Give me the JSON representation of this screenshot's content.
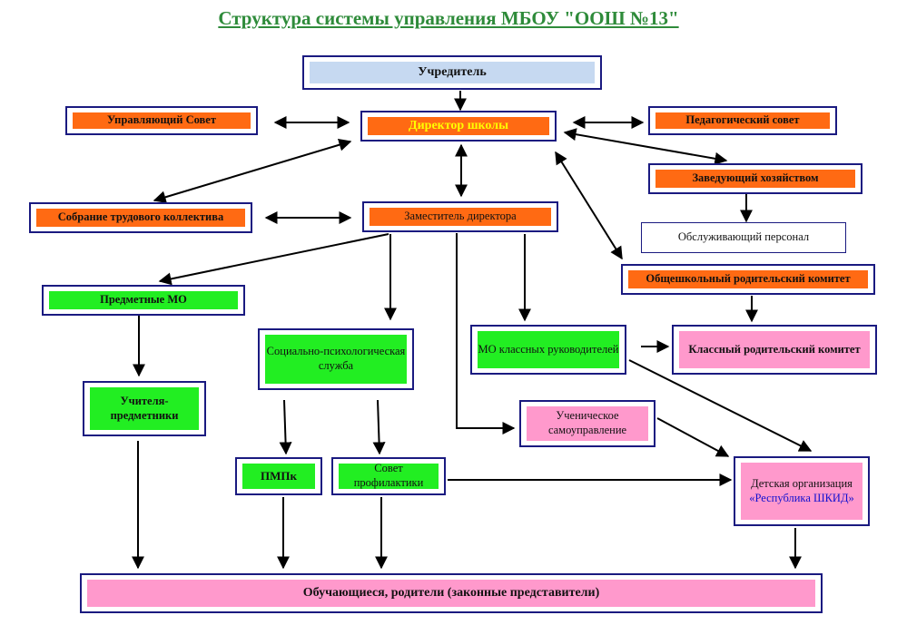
{
  "title": "Структура системы управления МБОУ \"ООШ №13\"",
  "boxes": {
    "founder": "Учредитель",
    "director": "Директор школы",
    "governing_council": "Управляющий Совет",
    "pedagogical_council": "Педагогический совет",
    "household_manager": "Заведующий хозяйством",
    "labor_meeting": "Собрание трудового коллектива",
    "deputy_director": "Заместитель директора",
    "service_staff": "Обслуживающий персонал",
    "parent_committee_school": "Общешкольный родительский комитет",
    "subject_mo": "Предметные МО",
    "social_psych_service": "Социально-психологическая служба",
    "class_teachers_mo": "МО классных руководителей",
    "class_parent_committee": "Классный родительский комитет",
    "subject_teachers": "Учителя-предметники",
    "student_self_government": "Ученическое самоуправление",
    "pmpk": "ПМПк",
    "prevention_council": "Совет профилактики",
    "children_org_line1": "Детская организация",
    "children_org_line2": "«Республика ШКИД»",
    "students_parents": "Обучающиеся, родители (законные представители)"
  },
  "colors": {
    "orange": "#ff6a13",
    "green": "#22ee22",
    "pink": "#ff99cc",
    "blue": "#c6d9f1",
    "border": "#1a1a80",
    "title": "#2e8b3a"
  }
}
